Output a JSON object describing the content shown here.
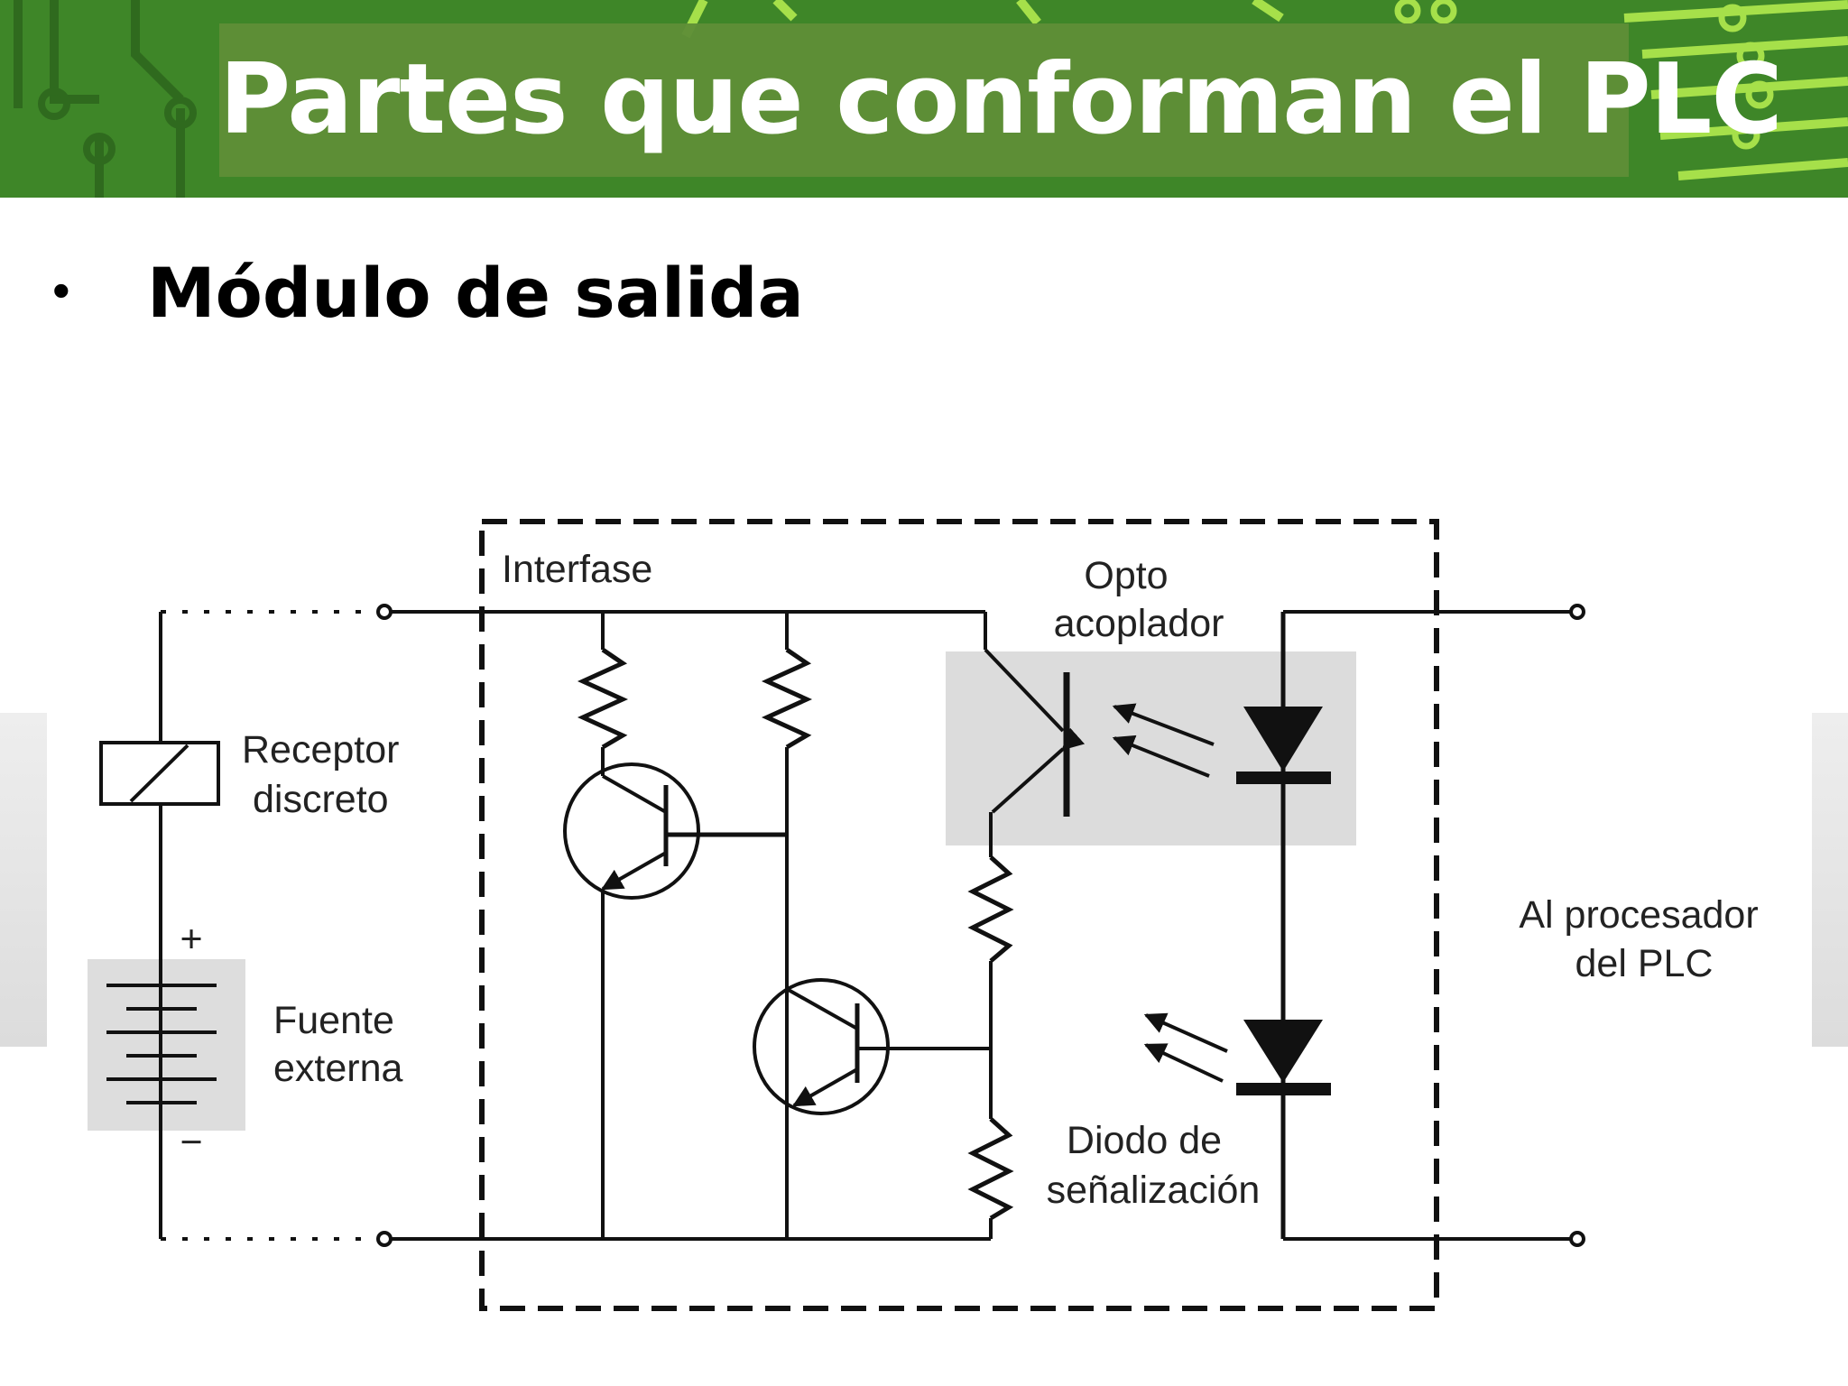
{
  "slide": {
    "title": "Partes que conforman el PLC",
    "bullet": "Módulo de salida"
  },
  "diagram": {
    "labels": {
      "interfase": "Interfase",
      "opto_line1": "Opto",
      "opto_line2": "acoplador",
      "receptor_line1": "Receptor",
      "receptor_line2": "discreto",
      "fuente_line1": "Fuente",
      "fuente_line2": "externa",
      "plus": "+",
      "minus": "−",
      "procesador_line1": "Al procesador",
      "procesador_line2": "del PLC",
      "diodo_line1": "Diodo de",
      "diodo_line2": "señalización"
    }
  },
  "colors": {
    "banner": "#3f8a2a",
    "title_box": "#5f8f37",
    "circuit_trace": "#a6e04a"
  }
}
